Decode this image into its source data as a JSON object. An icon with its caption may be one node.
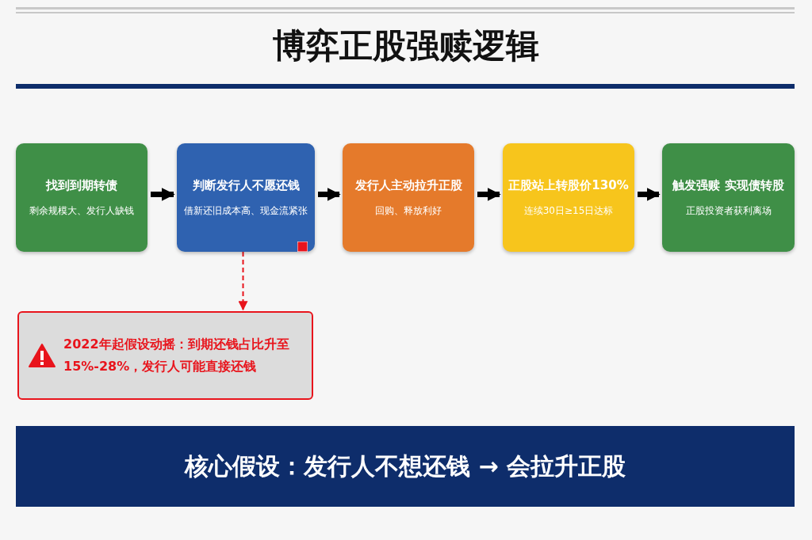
{
  "diagram": {
    "title": "博弈正股强赎逻辑",
    "nodes": [
      {
        "text": [
          "找到到期转债",
          "剩余规模大、发行人缺钱"
        ]
      },
      {
        "text": [
          "判断发行人不愿还钱",
          "借新还旧成本高、现金流紧张"
        ]
      },
      {
        "text": [
          "发行人主动拉升正股",
          "回购、释放利好"
        ]
      },
      {
        "text": [
          "正股站上转股价130%",
          "连续30日≥15日达标"
        ]
      },
      {
        "text": [
          "触发强赎 实现债转股",
          "正股投资者获利离场"
        ]
      },
      {
        "text": [
          "2022年起假设动摇：到期还钱占比升至15%-28%，发行人可能直接还钱"
        ]
      },
      {
        "text": [
          "核心假设：发行人不想还钱 → 会拉升正股"
        ]
      }
    ],
    "edges": [
      {
        "from": 0,
        "to": 1,
        "arrow": "to"
      },
      {
        "from": 1,
        "to": 2,
        "arrow": "to"
      },
      {
        "from": 2,
        "to": 3,
        "arrow": "to"
      },
      {
        "from": 3,
        "to": 4,
        "arrow": "to"
      },
      {
        "from": 1,
        "to": 5,
        "arrow": "to",
        "style": "dashed",
        "color": "#e8141c"
      }
    ]
  }
}
